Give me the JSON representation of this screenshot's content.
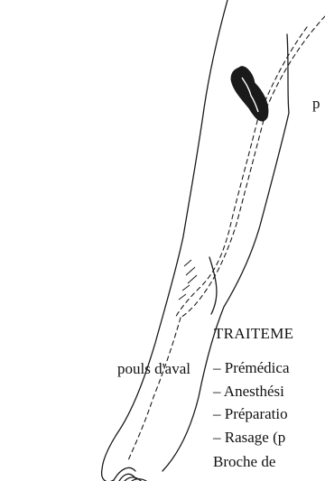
{
  "labels": {
    "top_right": "p",
    "pulse": "pouls d'aval"
  },
  "treatment": {
    "heading": "TRAITEME",
    "items": [
      "– Prémédica",
      "– Anesthési",
      "– Préparatio",
      "– Rasage (p",
      "Broche de"
    ]
  }
}
